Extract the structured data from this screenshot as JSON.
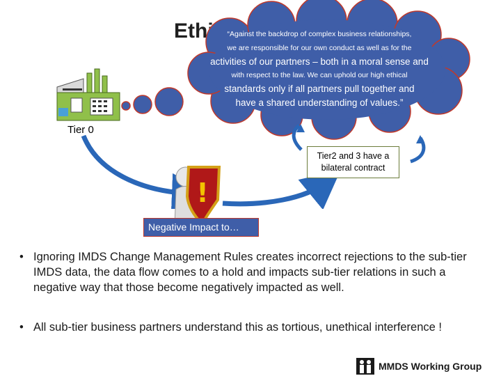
{
  "slide": {
    "title": "Ethi",
    "quote_lines": [
      "“Against the backdrop of complex business relationships,",
      "we are responsible for our own conduct as well as for the",
      "activities of our partners – both in a moral sense and",
      "with respect to the law. We can uphold our high ethical",
      "standards only if all partners pull together and",
      "have a shared understanding of values.”"
    ],
    "tier0_label": "Tier 0",
    "contract_label": "Tier2 and 3 have a bilateral contract",
    "impact_label": "Negative Impact to…",
    "bullets": [
      "Ignoring IMDS Change Management Rules creates incorrect rejections to the sub-tier IMDS data, the data flow comes to a hold and impacts sub-tier relations in such a negative way that those become negatively impacted as well.",
      "All sub-tier business partners understand this as tortious, unethical interference !"
    ],
    "footer_label": "MMDS Working Group"
  },
  "colors": {
    "cloud_fill": "#3f5ea8",
    "cloud_stroke": "#c0392b",
    "arrow_blue": "#2a67b8",
    "contract_border": "#6b7b3a",
    "factory_green": "#90c04a",
    "shield_red": "#b01818"
  },
  "icons": [
    "factory-icon",
    "person-with-shield-icon",
    "group-logo-icon",
    "exclamation-icon"
  ]
}
